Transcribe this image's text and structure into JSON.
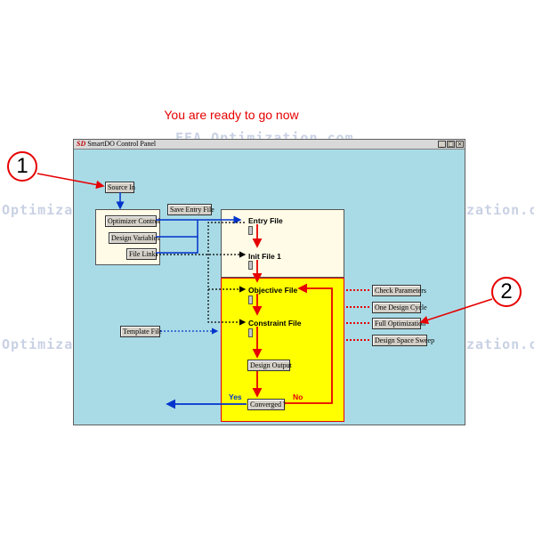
{
  "headline": "You are ready to go now",
  "watermark": {
    "top_center": "FEA Optimization.com",
    "left_1": "Optimiza",
    "right_1": "zation.c",
    "left_2": "Optimiza",
    "right_2": "zation.c"
  },
  "window": {
    "title": "SmartDO Control Panel",
    "logo": "SD",
    "controls": {
      "minimize": "_",
      "maximize": "□",
      "close": "×"
    }
  },
  "callouts": {
    "one": "1",
    "two": "2"
  },
  "buttons": {
    "source_in": "Source In",
    "save_entry_file": "Save Entry File",
    "optimizer_control": "Optimizer Control",
    "design_variables": "Design Variables",
    "file_links": "File Links",
    "template_file": "Template File",
    "design_output": "Design Output",
    "converged": "Converged ?",
    "check_parameters": "Check Parameters",
    "one_design_cycle": "One Design Cycle",
    "full_optimization": "Full Optimization",
    "design_space_sweep": "Design Space Sweep"
  },
  "labels": {
    "entry_file": "Entry File",
    "init_file": "Init File 1",
    "objective_file": "Objective File",
    "constraint_file": "Constraint File",
    "yes": "Yes",
    "no": "No"
  },
  "colors": {
    "accent_red": "#e60000",
    "flow_blue": "#0033cc",
    "panel_yellow": "#ffff00",
    "panel_cream": "#fffbe6",
    "window_bg": "#a9dbe6"
  }
}
